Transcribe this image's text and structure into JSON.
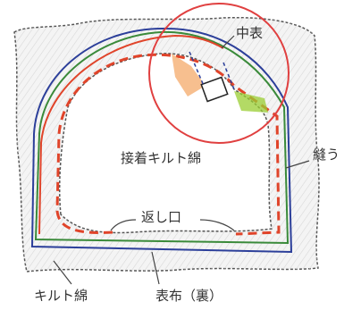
{
  "labels": {
    "center_fabric": "中表",
    "batting_center": "接着キルト綿",
    "sew": "縫う",
    "return_opening": "返し口",
    "batting": "キルト綿",
    "outer_fabric": "表布（裏）"
  },
  "colors": {
    "outer_line_green": "#3a8a3a",
    "inner_line_blue": "#2c3f9a",
    "lining_line_red": "#e0442a",
    "stitch_red": "#e0442a",
    "zoom_circle": "#e04040",
    "label_text": "#333333",
    "leader_line": "#444444"
  }
}
